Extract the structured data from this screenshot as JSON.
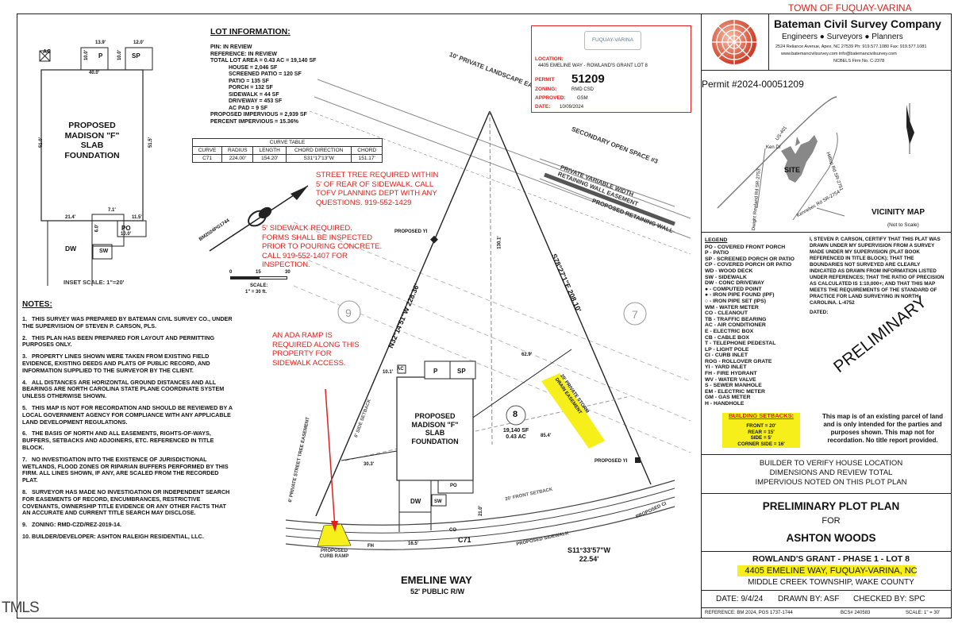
{
  "inset": {
    "ac": "AC",
    "p": "P",
    "sp": "SP",
    "dims": [
      "13.9'",
      "12.0'",
      "10.0'",
      "10.0'",
      "40.0'",
      "51.0'",
      "51.5'",
      "21.4'",
      "7.1'",
      "11.5'",
      "6.0'",
      "10.0'"
    ],
    "foundation": [
      "PROPOSED",
      "MADISON \"F\"",
      "SLAB",
      "FOUNDATION"
    ],
    "dw": "DW",
    "po": "PO",
    "sw": "SW",
    "scale": "INSET SCALE: 1\"=20'"
  },
  "lot_info": {
    "title": "LOT INFORMATION:",
    "lines": [
      "PIN: IN REVIEW",
      "REFERENCE: IN REVIEW",
      "TOTAL LOT AREA = 0.43 AC = 19,140 SF"
    ],
    "items": [
      "HOUSE = 2,046 SF",
      "SCREENED PATIO = 120 SF",
      "PATIO = 135 SF",
      "PORCH = 132 SF",
      "SIDEWALK = 44 SF",
      "DRIVEWAY = 453 SF",
      "AC PAD = 9 SF"
    ],
    "impervious": [
      "PROPOSED IMPERVIOUS = 2,939 SF",
      "PERCENT IMPERVIOUS = 15.36%"
    ]
  },
  "curve_table": {
    "title": "CURVE TABLE",
    "headers": [
      "CURVE",
      "RADIUS",
      "LENGTH",
      "CHORD DIRECTION",
      "CHORD"
    ],
    "rows": [
      [
        "C71",
        "224.00'",
        "154.20'",
        "S31°17'13\"W",
        "151.17'"
      ]
    ]
  },
  "scale": {
    "label": "SCALE:",
    "ratio": "1\" = 30 ft.",
    "ticks": [
      "0",
      "15",
      "30"
    ]
  },
  "north_label": "BM2024PG1744",
  "notes": {
    "title": "NOTES:",
    "items": [
      "THIS SURVEY WAS PREPARED BY BATEMAN CIVIL SURVEY CO., UNDER THE SUPERVISION OF STEVEN P. CARSON, PLS.",
      "THIS PLAN HAS BEEN PREPARED FOR LAYOUT AND PERMITTING PURPOSES ONLY.",
      "PROPERTY LINES SHOWN WERE TAKEN FROM EXISTING FIELD EVIDENCE, EXISTING DEEDS AND PLATS OF PUBLIC RECORD, AND INFORMATION SUPPLIED TO THE SURVEYOR BY THE CLIENT.",
      "ALL DISTANCES ARE HORIZONTAL GROUND DISTANCES AND ALL BEARINGS ARE NORTH CAROLINA STATE PLANE COORDINATE SYSTEM UNLESS OTHERWISE SHOWN.",
      "THIS MAP IS NOT FOR RECORDATION AND SHOULD BE REVIEWED BY A LOCAL GOVERNMENT AGENCY FOR COMPLIANCE WITH ANY APPLICABLE LAND DEVELOPMENT REGULATIONS.",
      "THE BASIS OF NORTH AND ALL EASEMENTS, RIGHTS-OF-WAYS, BUFFERS, SETBACKS AND ADJOINERS, ETC. REFERENCED IN TITLE BLOCK.",
      "NO INVESTIGATION INTO THE EXISTENCE OF JURISDICTIONAL WETLANDS, FLOOD ZONES OR RIPARIAN BUFFERS PERFORMED BY THIS FIRM. ALL LINES SHOWN, IF ANY, ARE SCALED FROM THE RECORDED PLAT.",
      "SURVEYOR HAS MADE NO INVESTIGATION OR INDEPENDENT SEARCH FOR EASEMENTS OF RECORD, ENCUMBRANCES, RESTRICTIVE COVENANTS, OWNERSHIP TITLE EVIDENCE OR ANY OTHER FACTS THAT AN ACCURATE AND CURRENT TITLE SEARCH MAY DISCLOSE.",
      "ZONING: RMD-CZD/REZ-2019-14.",
      "BUILDER/DEVELOPER:  ASHTON RALEIGH RESIDENTIAL, LLC."
    ]
  },
  "red_notes": {
    "street_tree": [
      "STREET TREE REQUIRED WITHIN",
      "5' OF REAR OF SIDEWALK.  CALL",
      "TOFV PLANNING DEPT WITH ANY",
      "QUESTIONS. 919-552-1429"
    ],
    "sidewalk": [
      "5' SIDEWALK REQUIRED.",
      "FORMS SHALL BE INSPECTED",
      "PRIOR TO POURING CONCRETE.",
      "CALL 919-552-1407 FOR",
      "INSPECTION."
    ],
    "ada": [
      "AN ADA RAMP IS",
      "REQUIRED ALONG THIS",
      "PROPERTY FOR",
      "SIDEWALK ACCESS."
    ]
  },
  "permit_box": {
    "logo": "FUQUAY-VARINA",
    "location_label": "LOCATION:",
    "location": "4405 EMELINE WAY - ROWLAND'S GRANT LOT 8",
    "permit_label": "PERMIT",
    "permit": "51209",
    "zoning_label": "ZONING:",
    "zoning": "RMD CSD",
    "approved_label": "APPROVED:",
    "approved": "GSM",
    "date_label": "DATE:",
    "date": "10/09/2024"
  },
  "plan": {
    "landscape_easement": "10' PRIVATE LANDSCAPE EASEMENT",
    "open_space": "SECONDARY OPEN SPACE #3",
    "retaining_easement": [
      "PRIVATE VARIABLE WIDTH",
      "RETAINING WALL EASEMENT"
    ],
    "retaining_wall": "PROPOSED RETAINING WALL",
    "proposed_yi_1": "PROPOSED YI",
    "proposed_yi_2": "PROPOSED YI",
    "bearing_left": "N32°14'51\"W  228.36'",
    "bearing_right": "S78°27'1\"E  208.10'",
    "dim_130": "130.1'",
    "dim_62": "62.9'",
    "dim_10": "10.1'",
    "dim_30": "30.3'",
    "dim_85": "85.4'",
    "dim_21": "21.0'",
    "dim_16": "16.5'",
    "side_setback": "6' SIDE SETBACK",
    "front_setback": "20' FRONT SETBACK",
    "storm_easement": [
      "20' PRIVATE STORM",
      "DRAIN EASEMENT"
    ],
    "street_tree_easement": "6' PRIVATE STREET TREE EASEMENT",
    "lot_9": "9",
    "lot_7": "7",
    "lot_8": "8",
    "lot_area": [
      "19,140 SF",
      "0.43 AC"
    ],
    "foundation": [
      "PROPOSED",
      "MADISON \"F\"",
      "SLAB",
      "FOUNDATION"
    ],
    "ac": "AC",
    "p": "P",
    "sp": "SP",
    "dw": "DW",
    "po": "PO",
    "sw": "SW",
    "co": "CO",
    "fh": "FH",
    "c71": "C71",
    "sidewalk": "PROPOSED SIDEWALK",
    "curb_ramp": [
      "PROPOSED",
      "CURB RAMP"
    ],
    "bearing_bottom": [
      "S11°33'57\"W",
      "22.54'"
    ],
    "proposed_ci": "PROPOSED CI",
    "street": "EMELINE WAY",
    "row": "52' PUBLIC R/W"
  },
  "title_block": {
    "town": "TOWN OF FUQUAY-VARINA",
    "company": "Bateman Civil Survey Company",
    "tagline": "Engineers  ●  Surveyors  ●  Planners",
    "address": "2524 Reliance Avenue, Apex, NC 27539  Ph: 919.577.1080  Fax: 919.577.1081",
    "web": "www.batemancivilsurvey.com          info@batemancivilsurvey.com",
    "firm": "NCBELS Firm No. C-2378",
    "permit_no": "Permit #2024-00051209",
    "vicinity": {
      "title": "VICINITY MAP",
      "subtitle": "(Not to Scale)",
      "site": "SITE",
      "roads": [
        "US-401",
        "Ken Dr",
        "Hilltop Rd SR-2751",
        "Kennebec Rd SR-2754",
        "Dwight Rowland Rd SR-2753"
      ]
    },
    "legend_title": "LEGEND",
    "legend": [
      "PO - COVERED FRONT PORCH",
      "P - PATIO",
      "SP - SCREENED PORCH OR PATIO",
      "CP - COVERED PORCH OR PATIO",
      "WD - WOOD DECK",
      "SW - SIDEWALK",
      "DW - CONC DRIVEWAY",
      "● - COMPUTED POINT",
      "● - IRON PIPE FOUND (IPF)",
      "○ - IRON PIPE SET (IPS)",
      "WM - WATER METER",
      "CO - CLEANOUT",
      "TB - TRAFFIC BEARING",
      "AC - AIR CONDITIONER",
      "E - ELECTRIC BOX",
      "CB - CABLE BOX",
      "T - TELEPHONE PEDESTAL",
      "LP - LIGHT POLE",
      "CI - CURB INLET",
      "ROG - ROLLOVER GRATE",
      "YI - YARD INLET",
      "FH - FIRE HYDRANT",
      "WV - WATER VALVE",
      "S - SEWER MANHOLE",
      "EM - ELECTRIC METER",
      "GM - GAS METER",
      "H - HANDHOLE"
    ],
    "certification": "I, STEVEN P. CARSON, CERTIFY THAT THIS PLAT WAS DRAWN UNDER MY SUPERVISION FROM A SURVEY MADE UNDER MY SUPERVISION (PLAT BOOK REFERENCED IN TITLE BLOCK); THAT THE BOUNDARIES NOT SURVEYED ARE CLEARLY INDICATED AS DRAWN FROM INFORMATION LISTED UNDER REFERENCES; THAT THE RATIO OF PRECISION AS CALCULATED IS 1:10,000+; AND THAT THIS MAP MEETS THE REQUIREMENTS OF THE STANDARD OF PRACTICE FOR LAND SURVEYING IN NORTH CAROLINA. L-4752",
    "dated": "DATED:",
    "preliminary": "PRELIMINARY",
    "setbacks_title": "BUILDING SETBACKS:",
    "setbacks": [
      "FRONT = 20'",
      "REAR = 15'",
      "SIDE = 5'",
      "CORNER SIDE = 16'"
    ],
    "disclaimer": "This map is of an existing parcel of land and is only intended for the parties and purposes shown. This map not for recordation. No title report provided.",
    "builder_note": [
      "BUILDER TO VERIFY HOUSE LOCATION",
      "DIMENSIONS AND REVIEW TOTAL",
      "IMPERVIOUS NOTED ON THIS PLOT PLAN"
    ],
    "plan_title": "PRELIMINARY PLOT PLAN",
    "for": "FOR",
    "client": "ASHTON WOODS",
    "subdivision": "ROWLAND'S GRANT - PHASE 1 - LOT 8",
    "address_line": "4405 EMELINE WAY, FUQUAY-VARINA, NC",
    "township": "MIDDLE CREEK TOWNSHIP, WAKE COUNTY",
    "date": "DATE: 9/4/24",
    "drawn": "DRAWN BY: ASF",
    "checked": "CHECKED BY: SPC",
    "reference": "REFERENCE: BM 2024, PGS 1737-1744",
    "bcs": "BCS# 240583",
    "scale": "SCALE: 1\" = 30'"
  },
  "watermark": "TMLS",
  "colors": {
    "red": "#e0201c",
    "yellow": "#f6ef1a",
    "plan_gray": "#777777"
  }
}
